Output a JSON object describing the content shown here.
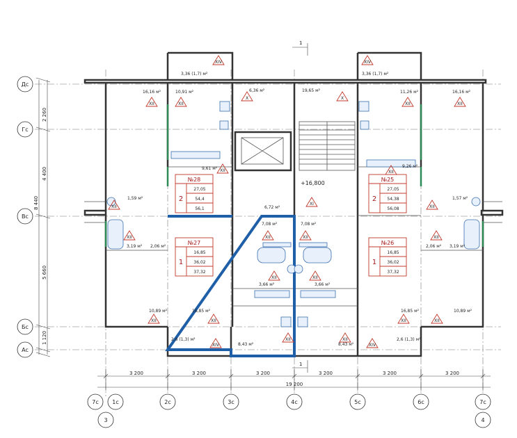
{
  "axes_left": [
    "Дс",
    "Гс",
    "Вс",
    "Бс",
    "Ас"
  ],
  "axes_bottom": [
    "7с",
    "1с",
    "2с",
    "3с",
    "4с",
    "5с",
    "6с",
    "7с"
  ],
  "axes_bottom_sub": [
    "3",
    "4"
  ],
  "dims_left": [
    "2 260",
    "4 400",
    "8 440",
    "5 660",
    "1 120"
  ],
  "dims_bottom": [
    "3 200",
    "3 200",
    "3 200",
    "3 200",
    "3 200",
    "3 200"
  ],
  "dim_total": "19 200",
  "section_mark": "1",
  "elevation": "+16,800",
  "rooms": {
    "balc_left": "3,36 (1,7) м²",
    "balc_right": "3,36 (1,7) м²",
    "r_1616_l": "16,16 м²",
    "r_1091": "10,91 м²",
    "r_636": "6,36 м²",
    "r_1965": "19,65 м²",
    "r_1126": "11,26 м²",
    "r_1616_r": "16,16 м²",
    "r_961": "9,61 м²",
    "r_926": "9,26 м²",
    "r_159": "1,59 м²",
    "r_157": "1,57 м²",
    "r_672": "6,72 м²",
    "r_708_l": "7,08 м²",
    "r_708_r": "7,08 м²",
    "r_319_l": "3,19 м²",
    "r_206_l": "2,06 м²",
    "r_206_r": "2,06 м²",
    "r_319_r": "3,19 м²",
    "r_366_l": "3,66 м²",
    "r_366_r": "3,66 м²",
    "r_1089_l": "10,89 м²",
    "r_1685_l": "16,85 м²",
    "r_1685_r": "16,85 м²",
    "r_1089_r": "10,89 м²",
    "r_843_l": "8,43 м²",
    "r_843_r": "8,43 м²",
    "balc_bl": "2,6 (1,3) м²",
    "balc_br": "2,6 (1,3) м²"
  },
  "apartments": [
    {
      "no": "№28",
      "rooms": "2",
      "a": "27,05",
      "b": "54,4",
      "c": "56,1"
    },
    {
      "no": "№25",
      "rooms": "2",
      "a": "27,05",
      "b": "54,38",
      "c": "56,08"
    },
    {
      "no": "№27",
      "rooms": "1",
      "a": "16,85",
      "b": "36,02",
      "c": "37,32"
    },
    {
      "no": "№26",
      "rooms": "1",
      "a": "16,85",
      "b": "36,02",
      "c": "37,32"
    }
  ],
  "zone_marks": {
    "xiv": "XIV",
    "xii": "XII",
    "x": "X",
    "xi": "XI"
  },
  "colors": {
    "wall": "#333333",
    "accent_red": "#c0392b",
    "highlight_blue": "#1f5fa8",
    "window_green": "#2e8b57"
  }
}
